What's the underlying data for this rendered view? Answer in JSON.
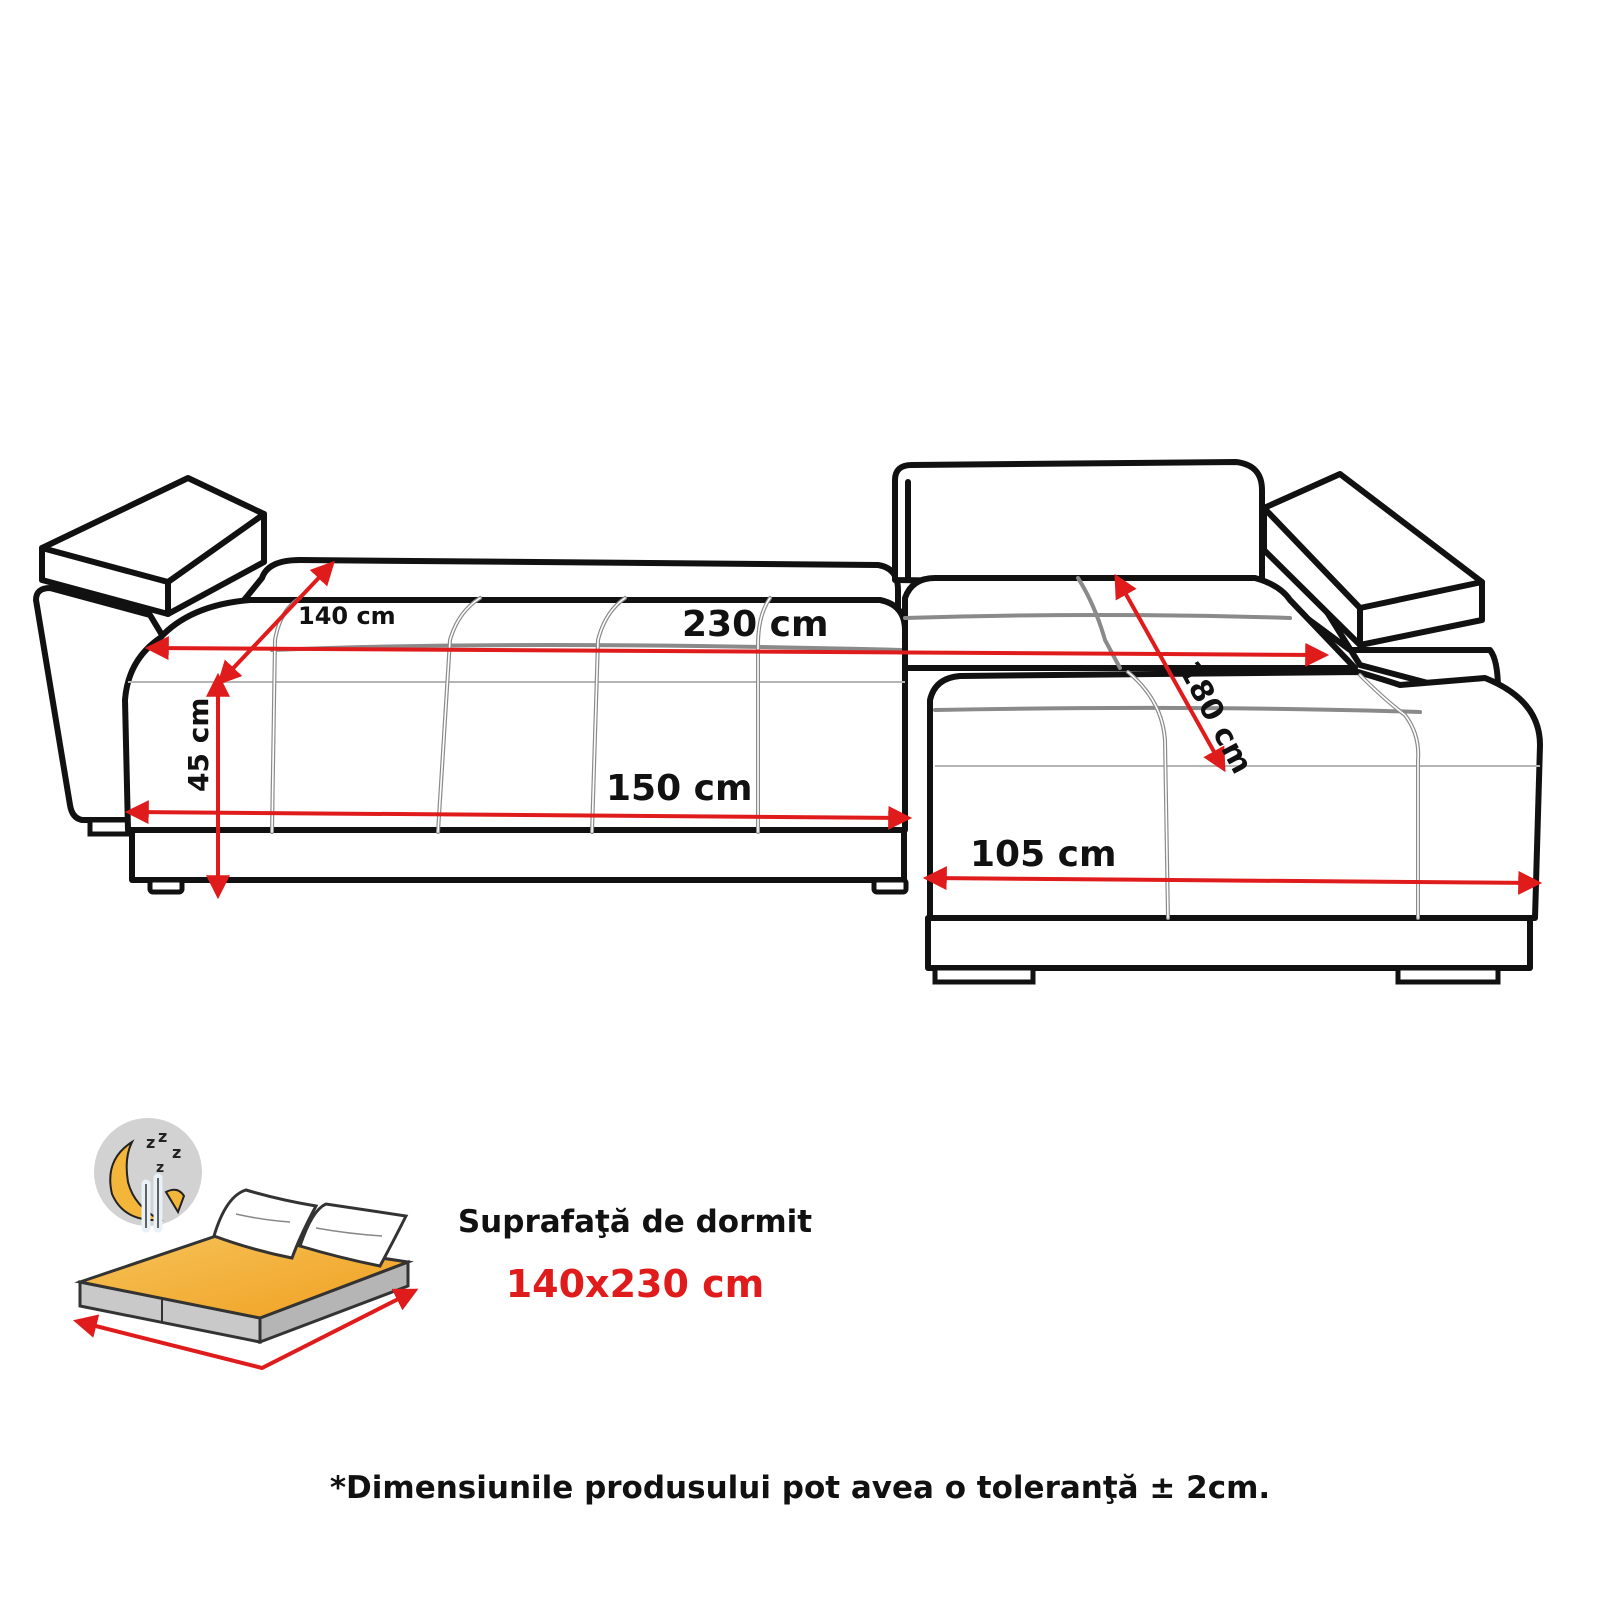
{
  "dimensions": {
    "seat_depth": "140 cm",
    "total_length": "230 cm",
    "chaise_depth": "180 cm",
    "height": "45 cm",
    "sofa_length": "150 cm",
    "chaise_width": "105 cm"
  },
  "sleeping": {
    "label": "Suprafaţă de dormit",
    "size": "140x230 cm"
  },
  "footnote": "*Dimensiunile produsului pot avea o toleranţă ± 2cm.",
  "icons": {
    "bed": "bed-icon",
    "sleep": "moon-sleep-icon"
  },
  "colors": {
    "dimension_line": "#e01b1b",
    "accent_text": "#e01b1b",
    "mattress": "#f4b13a",
    "outline": "#111111"
  }
}
